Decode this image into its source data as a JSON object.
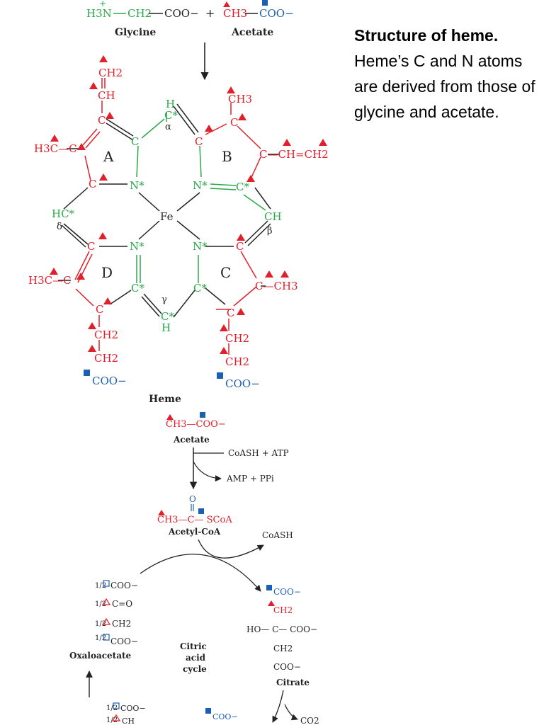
{
  "caption": {
    "title": "Structure of heme.",
    "body": "Heme’s C and N atoms are derived from those of glycine and acetate."
  },
  "precursors": {
    "glycine": {
      "h3n": "H3N",
      "ch2": "CH2",
      "coo": "COO−",
      "plus_sign": "+",
      "charge": "+",
      "name": "Glycine"
    },
    "acetate": {
      "ch3": "CH3",
      "coo": "COO−",
      "name": "Acetate"
    }
  },
  "heme": {
    "name": "Heme",
    "ring_labels": [
      "A",
      "B",
      "C",
      "D"
    ],
    "iron": "Fe",
    "meso_labels": {
      "alpha": "α",
      "beta": "β",
      "gamma": "γ",
      "delta": "δ"
    },
    "atoms": {
      "C": "C",
      "Cstar": "C*",
      "Nstar": "N*",
      "H": "H",
      "HCstar": "HC*",
      "CH": "CH",
      "CH2": "CH2",
      "CH3": "CH3",
      "H3C_C": "H3C—C",
      "C_CH3": "C—CH3",
      "vinyl_B": "C—CH=CH2",
      "COO": "COO−"
    }
  },
  "pathway": {
    "acetate": {
      "formula": "CH3—COO−",
      "name": "Acetate"
    },
    "activation": {
      "input": "CoASH + ATP",
      "output": "AMP + PPi"
    },
    "acetyl_coa": {
      "o": "O",
      "formula": "CH3—C— SCoA",
      "name": "Acetyl-CoA"
    },
    "coash_out": "CoASH",
    "oxaloacetate": {
      "lines": [
        "COO−",
        "C=O",
        "CH2",
        "COO−"
      ],
      "name": "Oxaloacetate",
      "fraction": "1/2"
    },
    "cycle_label": [
      "Citric",
      "acid",
      "cycle"
    ],
    "citrate": {
      "lines": [
        "COO−",
        "CH2",
        "HO— C— COO−",
        "CH2",
        "COO−"
      ],
      "name": "Citrate"
    },
    "bottom_left": [
      "COO−",
      "CH"
    ],
    "bottom_mid": "COO−",
    "co2": "CO2"
  },
  "colors": {
    "glycine_green": "#2aa84a",
    "acetate_red": "#e0202a",
    "carboxyl_blue": "#1a5fb4",
    "marker_red": "#e0202a",
    "marker_blue": "#1a5fb4",
    "bond_black": "#222222"
  }
}
